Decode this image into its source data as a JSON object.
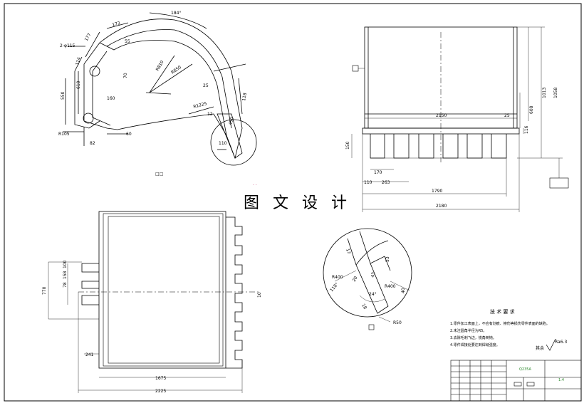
{
  "watermark": "图 文 设 计",
  "side_view": {
    "dims": {
      "hole": "2-φ115",
      "d177": "177",
      "d173": "173",
      "d184": "184°",
      "d55": "55",
      "d114": "114",
      "d70": "70",
      "d160": "160",
      "r810": "R810",
      "r850": "R850",
      "d550": "550",
      "d610": "610",
      "d25": "25",
      "d118": "118",
      "r1225": "R1225",
      "d12": "12",
      "r105": "R105",
      "d82": "82",
      "d60": "60",
      "d110": "110",
      "d450": "450"
    },
    "label": "□□"
  },
  "front_view": {
    "dims": {
      "d2150": "2150",
      "d25": "25",
      "d608": "608",
      "d1013": "1013",
      "d1058": "1058",
      "d116": "116",
      "d150": "150",
      "d170": "170",
      "d110": "110",
      "d263": "263",
      "d1790": "1790",
      "d2180": "2180"
    }
  },
  "plan_view": {
    "dims": {
      "d100": "100",
      "d158": "158",
      "d78": "78",
      "d770": "770",
      "d241": "241",
      "d1675": "1675",
      "d2225": "2225",
      "d10": "10"
    }
  },
  "detail_view": {
    "dims": {
      "r400a": "R400",
      "r400b": "R400",
      "d53": "53",
      "d43": "43",
      "d20": "20",
      "a118": "118°",
      "d18": "18",
      "a24": "24°",
      "d40": "40",
      "r50": "R50",
      "d17": "17"
    }
  },
  "tech_requirements": {
    "title": "技 术 要 求",
    "items": [
      "1.零件加工表面上，不应有划痕、擦伤等损伤零件表面的缺陷。",
      "2.未注圆角半径为R5。",
      "3.去除毛刺飞边，锐角倒钝。",
      "4.零件焊接处要达到焊缝强度。"
    ],
    "rest_label": "其余",
    "roughness": "Ra6.3"
  },
  "title_block": {
    "material": "Q235A",
    "sheet": "1:4"
  },
  "colors": {
    "line": "#000000",
    "green": "#2e8b2e",
    "magenta": "#c2185b"
  }
}
